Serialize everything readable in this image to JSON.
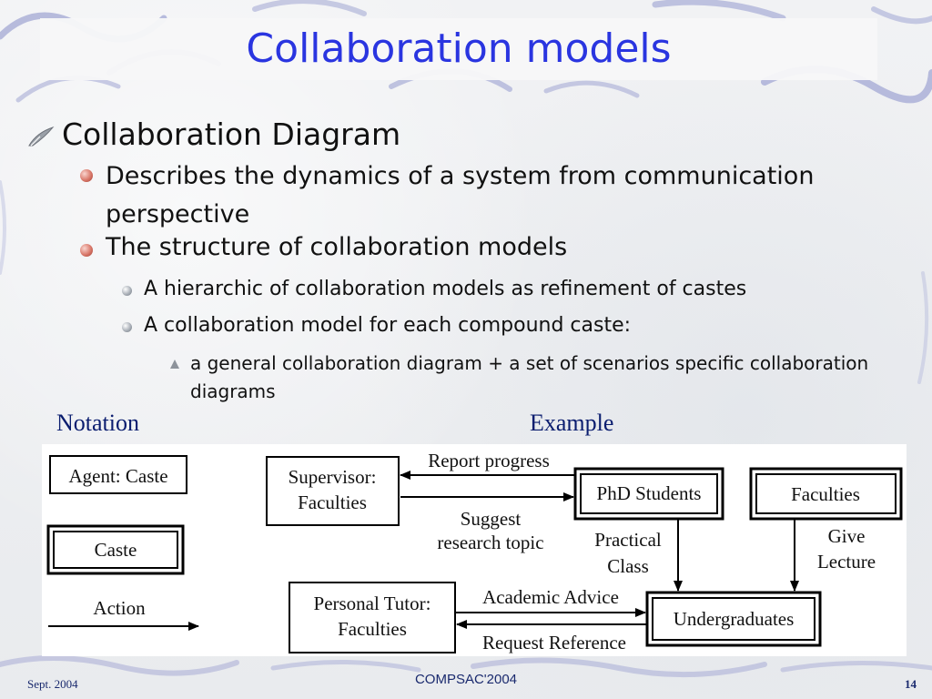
{
  "slide": {
    "title": "Collaboration models",
    "bullets": {
      "l1": "Collaboration Diagram",
      "l2a": "Describes the dynamics of a system from communication perspective",
      "l2b": "The structure of collaboration models",
      "l3a": "A hierarchic of collaboration models as refinement of castes",
      "l3b": "A collaboration model for each compound caste:",
      "l4": "a general collaboration diagram + a set of scenarios specific collaboration diagrams"
    },
    "notation_label": "Notation",
    "example_label": "Example"
  },
  "diagram": {
    "notation": {
      "agent_caste": "Agent: Caste",
      "caste": "Caste",
      "action": "Action"
    },
    "example": {
      "supervisor_line1": "Supervisor:",
      "supervisor_line2": "Faculties",
      "phd_students": "PhD Students",
      "faculties": "Faculties",
      "personal_tutor_line1": "Personal Tutor:",
      "personal_tutor_line2": "Faculties",
      "undergraduates": "Undergraduates",
      "report_progress": "Report progress",
      "suggest_line1": "Suggest",
      "suggest_line2": "research topic",
      "practical_line1": "Practical",
      "practical_line2": "Class",
      "give_line1": "Give",
      "give_line2": "Lecture",
      "academic_advice": "Academic Advice",
      "request_reference": "Request Reference"
    }
  },
  "footer": {
    "date": "Sept. 2004",
    "conference": "COMPSAC'2004",
    "page_number": "14"
  },
  "colors": {
    "title": "#2a35e0",
    "bullet_ball": "#d9786a",
    "label_navy": "#0a1d6f",
    "swirl": "#a7acd6"
  }
}
